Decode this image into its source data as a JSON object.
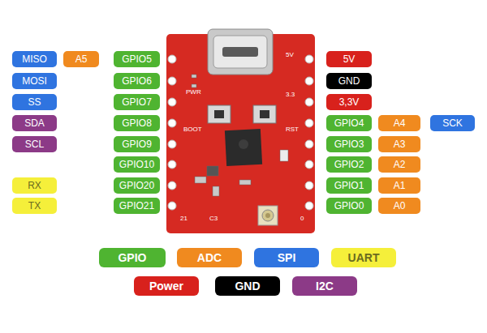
{
  "diagram": {
    "nodes": [
      {
        "text": [
          "MISO"
        ]
      },
      {
        "text": [
          "A5"
        ]
      },
      {
        "text": [
          "GPIO5"
        ]
      },
      {
        "text": [
          "5V"
        ]
      },
      {
        "text": [
          "MOSI"
        ]
      },
      {
        "text": [
          "GPIO6"
        ]
      },
      {
        "text": [
          "GND"
        ]
      },
      {
        "text": [
          "SS"
        ]
      },
      {
        "text": [
          "GPIO7"
        ]
      },
      {
        "text": [
          "3,3V"
        ]
      },
      {
        "text": [
          "SDA"
        ]
      },
      {
        "text": [
          "GPIO8"
        ]
      },
      {
        "text": [
          "GPIO4"
        ]
      },
      {
        "text": [
          "A4"
        ]
      },
      {
        "text": [
          "SCK"
        ]
      },
      {
        "text": [
          "SCL"
        ]
      },
      {
        "text": [
          "GPIO9"
        ]
      },
      {
        "text": [
          "GPIO3"
        ]
      },
      {
        "text": [
          "A3"
        ]
      },
      {
        "text": [
          "GPIO10"
        ]
      },
      {
        "text": [
          "GPIO2"
        ]
      },
      {
        "text": [
          "A2"
        ]
      },
      {
        "text": [
          "RX"
        ]
      },
      {
        "text": [
          "GPIO20"
        ]
      },
      {
        "text": [
          "GPIO1"
        ]
      },
      {
        "text": [
          "A1"
        ]
      },
      {
        "text": [
          "TX"
        ]
      },
      {
        "text": [
          "GPIO21"
        ]
      },
      {
        "text": [
          "GPIO0"
        ]
      },
      {
        "text": [
          "A0"
        ]
      }
    ],
    "labels": [
      "5V",
      "PWR",
      "3.3",
      "BOOT",
      "RST",
      "21",
      "C3",
      "0"
    ],
    "legend": [
      {
        "text": "GPIO",
        "color": "#4fb431"
      },
      {
        "text": "ADC",
        "color": "#f08a1f"
      },
      {
        "text": "SPI",
        "color": "#2f74e0"
      },
      {
        "text": "UART",
        "color": "#f5ef3a"
      },
      {
        "text": "Power",
        "color": "#d8211c"
      },
      {
        "text": "GND",
        "color": "#000000"
      },
      {
        "text": "I2C",
        "color": "#8c3a87"
      }
    ]
  }
}
